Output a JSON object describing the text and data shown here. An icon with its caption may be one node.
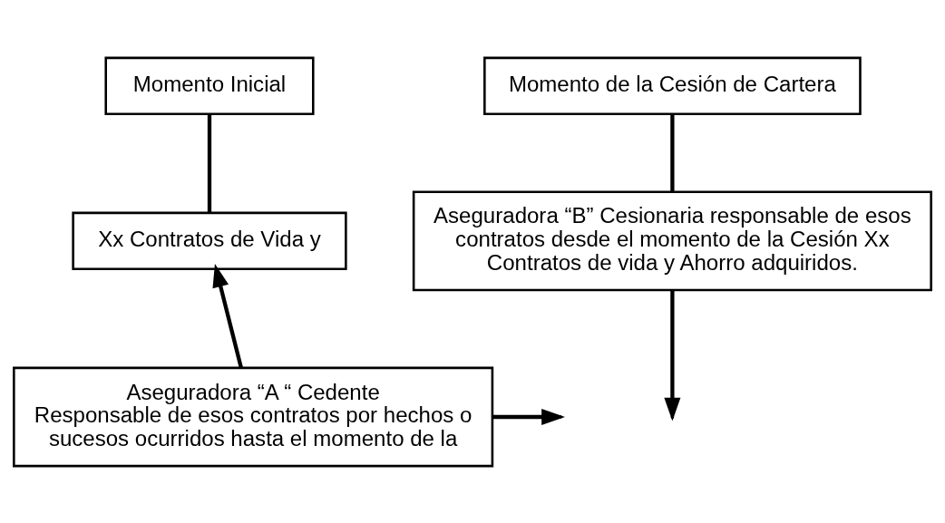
{
  "diagram": {
    "nodes": [
      {
        "text": [
          "Momento Inicial"
        ]
      },
      {
        "text": [
          "Momento de la Cesión de Cartera"
        ]
      },
      {
        "text": [
          "Xx Contratos de Vida y"
        ]
      },
      {
        "text": [
          "Aseguradora “B” Cesionaria responsable de esos contratos desde el momento de la Cesión Xx Contratos de vida y Ahorro adquiridos."
        ]
      },
      {
        "text": [
          "Aseguradora “A “ Cedente",
          "Responsable de esos contratos por hechos o sucesos ocurridos hasta el momento de la"
        ]
      }
    ],
    "edges": [
      {
        "from": 0,
        "to": 2,
        "arrow": "none"
      },
      {
        "from": 1,
        "to": 3,
        "arrow": "none"
      },
      {
        "from": 4,
        "to": 2,
        "arrow": "to"
      },
      {
        "from": 3,
        "to": null,
        "arrow": "to"
      },
      {
        "from": 4,
        "to": null,
        "arrow": "to"
      }
    ]
  }
}
